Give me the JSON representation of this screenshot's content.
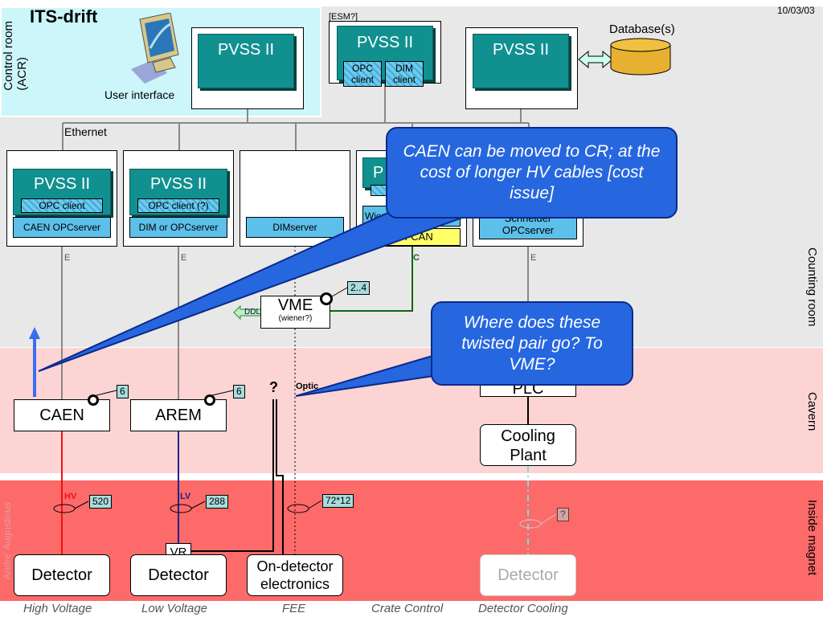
{
  "title": "ITS-drift",
  "date": "10/03/03",
  "esm_label": "[ESM?]",
  "database_label": "Database(s)",
  "user_interface_label": "User interface",
  "ethernet_label": "Ethernet",
  "zones": {
    "control_room": "Control room\n(ACR)",
    "counting_room": "Counting room",
    "cavern": "Cavern",
    "inside_magnet": "Inside magnet"
  },
  "top_pvss": [
    "PVSS II",
    "PVSS II",
    "PVSS II"
  ],
  "top_clients": [
    "OPC\nclient",
    "DIM\nclient"
  ],
  "mid_pcs": [
    {
      "pvss": "PVSS II",
      "client": "OPC client",
      "server": "CAEN OPCserver"
    },
    {
      "pvss": "PVSS II",
      "client": "OPC client (?)",
      "server": "DIM or OPCserver"
    },
    {
      "pvss": "",
      "client": "",
      "server": "DIMserver"
    },
    {
      "pvss": "P",
      "client": "",
      "server": "Wiener OPCs"
    },
    {
      "pvss": "",
      "client": "",
      "server": "Schneider\nOPCserver"
    }
  ],
  "plc_partial": "PCI-CAN",
  "link_e": "E",
  "link_c": "C",
  "vme": {
    "title": "VME",
    "subtitle": "(wiener?)",
    "ddl": "DDL",
    "count": "2..4"
  },
  "cavern": {
    "caen": "CAEN",
    "arem": "AREM",
    "caen_count": "6",
    "arem_count": "6",
    "question": "?",
    "optic": "Optic",
    "plc": "PLC",
    "cooling": "Cooling\nPlant"
  },
  "magnet": {
    "hv": "HV",
    "hv_count": "520",
    "lv": "LV",
    "lv_count": "288",
    "vr": "VR",
    "fee_count": "72*12",
    "cool_count": "?",
    "detectors": [
      "Detector",
      "Detector",
      "On-detector\nelectronics",
      "Detector"
    ]
  },
  "side_credit": "Andre' Augustinus",
  "bubbles": {
    "caen_move": "CAEN can be moved to CR; at the cost of longer HV cables [cost issue]",
    "twisted_pair": "Where does these twisted pair go? To VME?"
  },
  "footer": [
    "High Voltage",
    "Low Voltage",
    "FEE",
    "Crate Control",
    "Detector Cooling"
  ],
  "colors": {
    "control_room_bg": "#ccf6fa",
    "counting_room_bg": "#e8e8e8",
    "cavern_bg": "#fcd4d4",
    "magnet_bg": "#fc6a6a",
    "pvss_teal": "#119090",
    "bubble_blue": "#2667e0",
    "hv_red": "#ee1111",
    "lv_blue": "#222288",
    "can_green": "#116611"
  }
}
